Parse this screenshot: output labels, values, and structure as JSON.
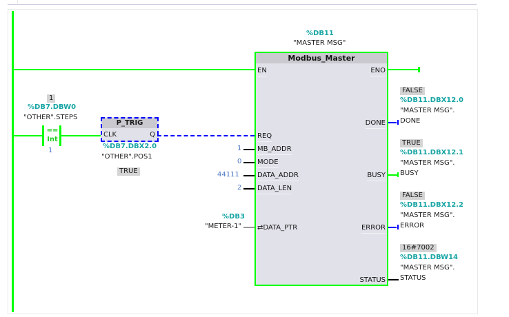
{
  "network": {
    "instance": {
      "address": "%DB11",
      "name": "\"MASTER MSG\""
    },
    "block": {
      "title": "Modbus_Master",
      "inputs": {
        "en": "EN",
        "req": "REQ",
        "mb_addr": "MB_ADDR",
        "mode": "MODE",
        "data_addr": "DATA_ADDR",
        "data_len": "DATA_LEN",
        "data_ptr": "DATA_PTR",
        "inout_icon": "⇄"
      },
      "outputs": {
        "eno": "ENO",
        "done": "DONE",
        "busy": "BUSY",
        "error": "ERROR",
        "status": "STATUS"
      }
    },
    "input_values": {
      "mb_addr": "1",
      "mode": "0",
      "data_addr": "44111",
      "data_len": "2"
    },
    "data_ptr_operand": {
      "address": "%DB3",
      "name": "\"METER-1\""
    },
    "compare": {
      "monitor_value": "1",
      "address": "%DB7.DBW0",
      "name": "\"OTHER\".STEPS",
      "operator": "==",
      "type": "Int",
      "operand2": "1"
    },
    "p_trig": {
      "title": "P_TRIG",
      "clk": "CLK",
      "q": "Q",
      "address": "%DB7.DBX2.0",
      "name": "\"OTHER\".POS1",
      "monitor_value": "TRUE"
    },
    "outputs_operands": {
      "done": {
        "value": "FALSE",
        "address": "%DB11.DBX12.0",
        "name1": "\"MASTER MSG\".",
        "name2": "DONE"
      },
      "busy": {
        "value": "TRUE",
        "address": "%DB11.DBX12.1",
        "name1": "\"MASTER MSG\".",
        "name2": "BUSY"
      },
      "error": {
        "value": "FALSE",
        "address": "%DB11.DBX12.2",
        "name1": "\"MASTER MSG\".",
        "name2": "ERROR"
      },
      "status": {
        "value": "16#7002",
        "address": "%DB11.DBW14",
        "name1": "\"MASTER MSG\".",
        "name2": "STATUS"
      }
    },
    "colors": {
      "power_flow": "#00ff00",
      "not_powered": "#0000ff",
      "address": "#1aa5a5",
      "constant": "#4d78c4",
      "block_bg": "#e1e1ea"
    }
  }
}
